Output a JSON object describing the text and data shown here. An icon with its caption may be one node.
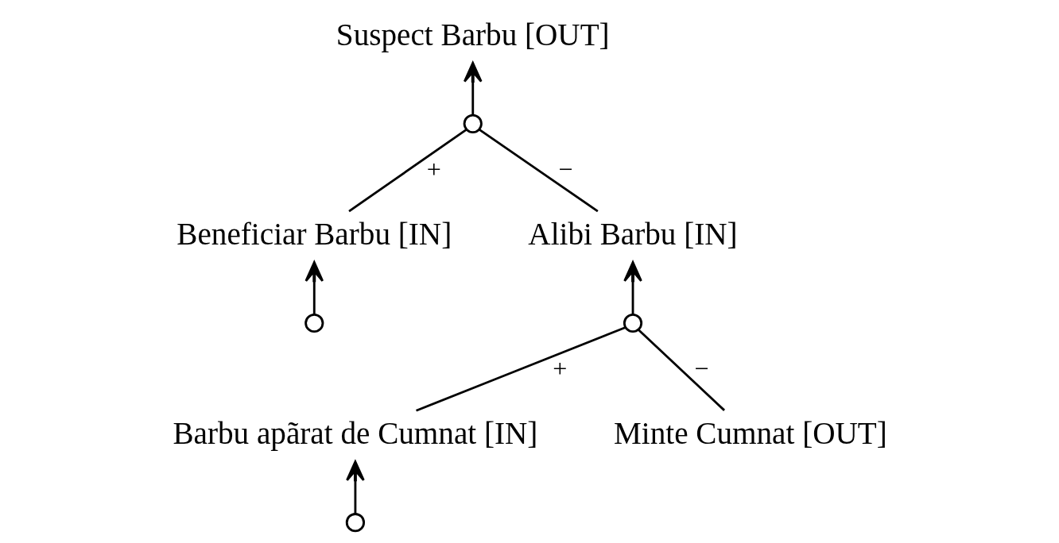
{
  "diagram": {
    "nodes": [
      {
        "text": [
          "Suspect Barbu [OUT]"
        ]
      },
      {
        "text": [],
        "shape": "circle"
      },
      {
        "text": [
          "Beneficiar Barbu [IN]"
        ]
      },
      {
        "text": [
          "Alibi Barbu [IN]"
        ]
      },
      {
        "text": [],
        "shape": "circle"
      },
      {
        "text": [],
        "shape": "circle"
      },
      {
        "text": [
          "Barbu apãrat de Cumnat [IN]"
        ]
      },
      {
        "text": [
          "Minte Cumnat [OUT]"
        ]
      },
      {
        "text": [],
        "shape": "circle"
      }
    ],
    "edges": [
      {
        "from": 1,
        "to": 0,
        "arrow": "to"
      },
      {
        "from": 2,
        "to": 1,
        "arrow": "none",
        "label": "+"
      },
      {
        "from": 3,
        "to": 1,
        "arrow": "none",
        "label": "−"
      },
      {
        "from": 4,
        "to": 2,
        "arrow": "to"
      },
      {
        "from": 5,
        "to": 3,
        "arrow": "to"
      },
      {
        "from": 6,
        "to": 5,
        "arrow": "none",
        "label": "+"
      },
      {
        "from": 7,
        "to": 5,
        "arrow": "none",
        "label": "−"
      },
      {
        "from": 8,
        "to": 6,
        "arrow": "to"
      }
    ]
  }
}
